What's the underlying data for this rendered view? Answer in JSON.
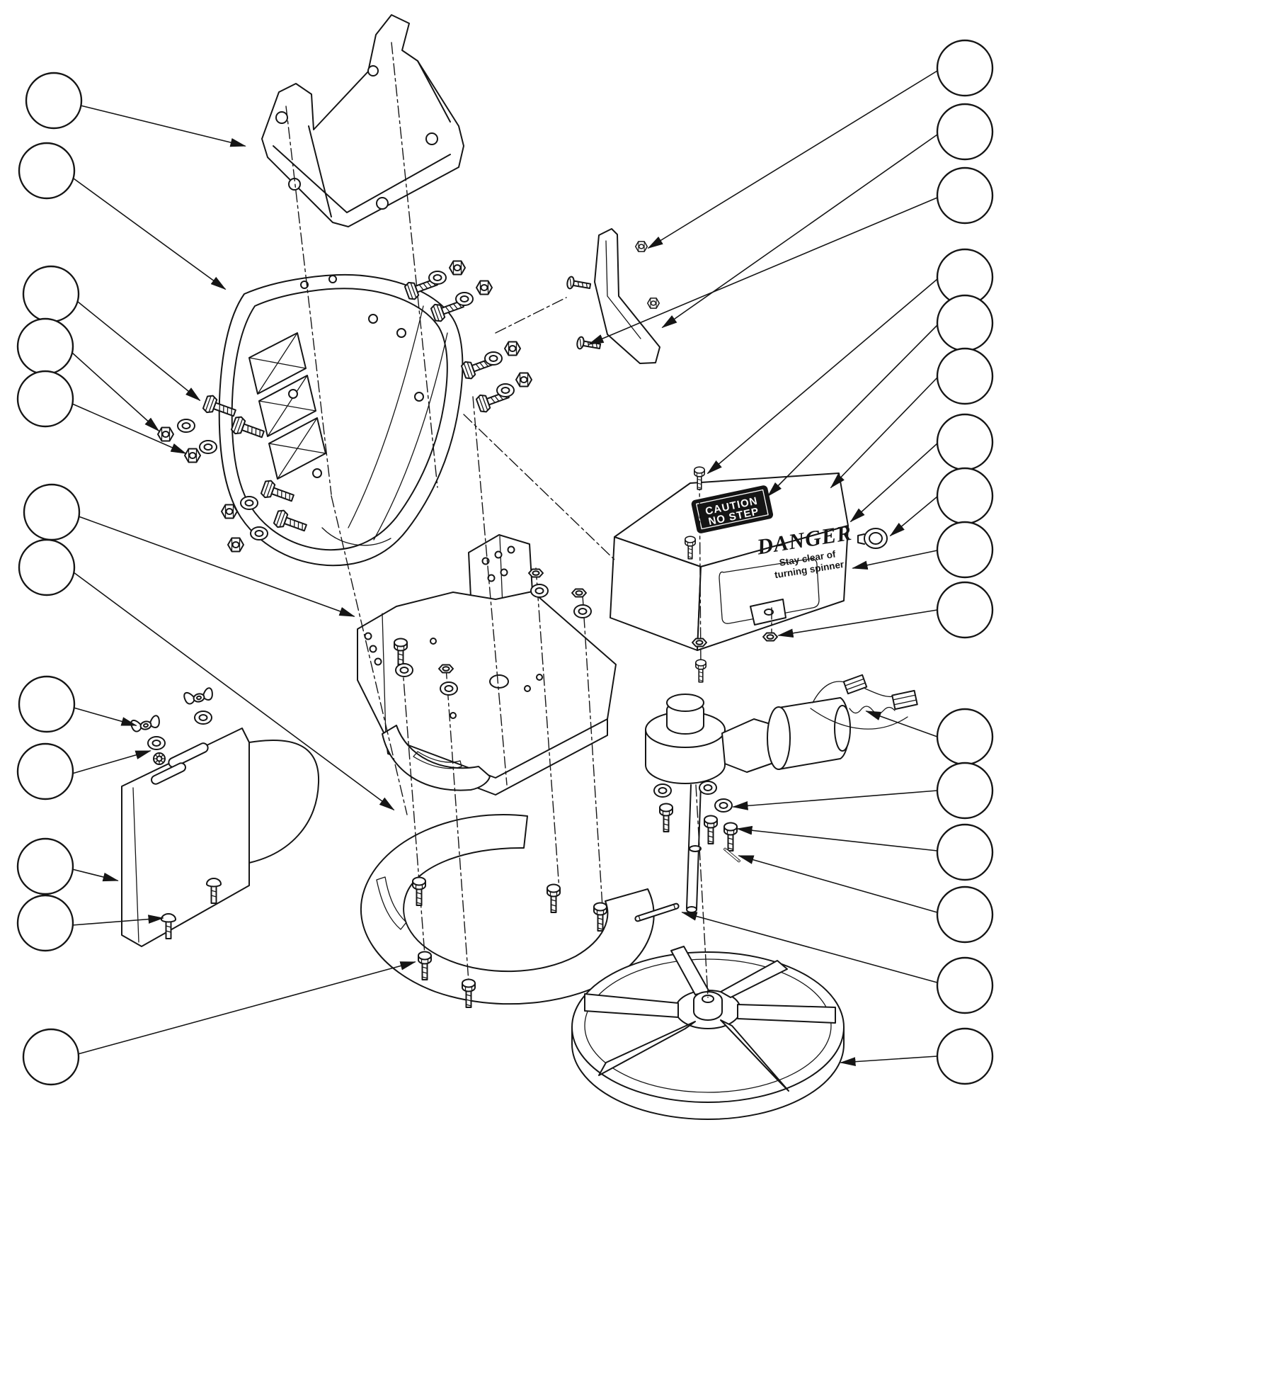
{
  "diagram": {
    "kind": "exploded-parts-diagram",
    "subject": "Spinner spreader assembly exploded view with empty callout balloons and leader arrows",
    "background": "#ffffff",
    "line_color": "#151515",
    "callouts": {
      "style": "empty-circle",
      "left_count": 12,
      "right_count": 16
    },
    "decals": {
      "caution": {
        "line1": "CAUTION",
        "line2": "NO STEP"
      },
      "danger": {
        "title": "DANGER",
        "line1": "Stay clear of",
        "line2": "turning spinner"
      }
    }
  }
}
